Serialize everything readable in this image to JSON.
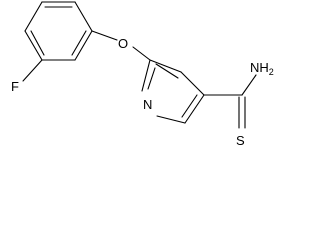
{
  "molecule": {
    "atoms": {
      "oxygen": "O",
      "fluorine": "F",
      "nitrogen": "N",
      "amine": "NH",
      "amine_subscript": "2",
      "sulfur": "S"
    }
  }
}
